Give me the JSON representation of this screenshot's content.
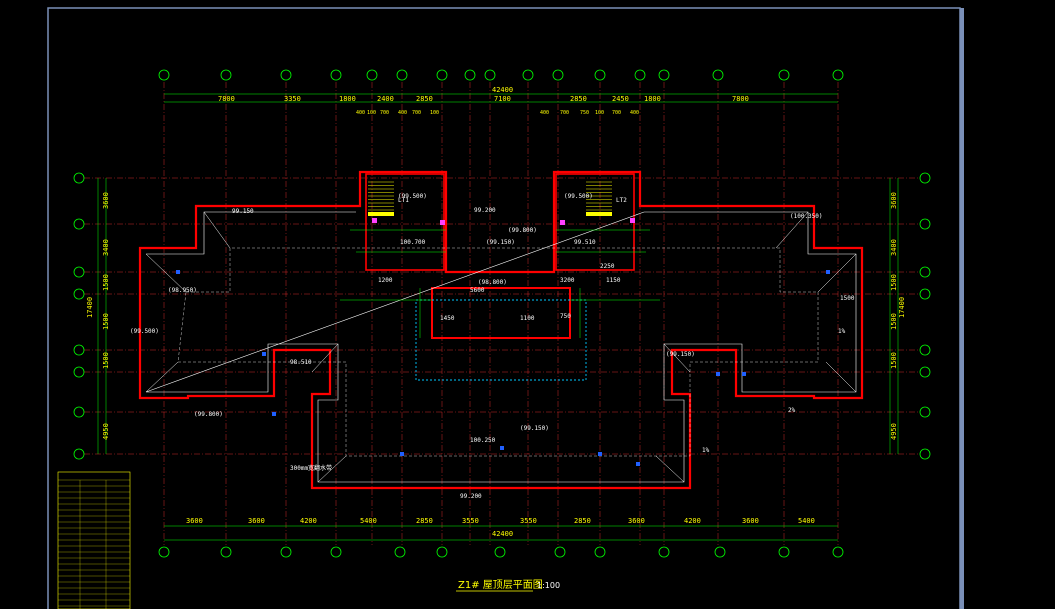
{
  "drawing": {
    "title": "Z1# 屋顶层平面图",
    "scale": "1:100",
    "colors": {
      "background": "#000000",
      "frame": "#7a90b8",
      "grid": "#ff3030",
      "dimension": "#00ff00",
      "wall": "#ff0000",
      "outline": "#ffffff",
      "text": "#ffff00",
      "cyan": "#00c8ff",
      "blue": "#2060ff",
      "magenta": "#ff40ff"
    },
    "top_total": "42400",
    "bottom_total": "42400",
    "left_total": "17400",
    "right_total": "17400",
    "top_dims": [
      "7800",
      "3350",
      "1800",
      "2400",
      "2850",
      "7100",
      "2850",
      "2450",
      "1800",
      "7800"
    ],
    "top_dims_small": [
      "400",
      "100",
      "700",
      "400",
      "700",
      "100",
      "400",
      "700",
      "750",
      "100",
      "700",
      "400"
    ],
    "bottom_dims": [
      "3600",
      "3600",
      "4200",
      "5400",
      "2850",
      "3550",
      "3550",
      "2850",
      "3600",
      "4200",
      "3600",
      "5400"
    ],
    "left_dims": [
      "3600",
      "3400",
      "1500",
      "1500",
      "1500",
      "4950"
    ],
    "right_dims": [
      "3600",
      "3400",
      "1500",
      "1500",
      "1500",
      "4950"
    ],
    "labels": [
      "(99.500)",
      "(99.800)",
      "99.150",
      "99.200",
      "(99.150)",
      "(98.800)",
      "(99.800)",
      "(99.500)",
      "(99.500)",
      "(100.350)",
      "1%",
      "2%",
      "1%",
      "300mm宽翻水带",
      "99.200",
      "(99.150)",
      "100.250",
      "100.700",
      "99.510",
      "98.510",
      "(99.150)",
      "(98.950)",
      "1500",
      "1200",
      "1150",
      "2250",
      "750",
      "1450",
      "1100",
      "3200",
      "5600"
    ],
    "stairs": [
      "LT1",
      "LT2"
    ]
  }
}
